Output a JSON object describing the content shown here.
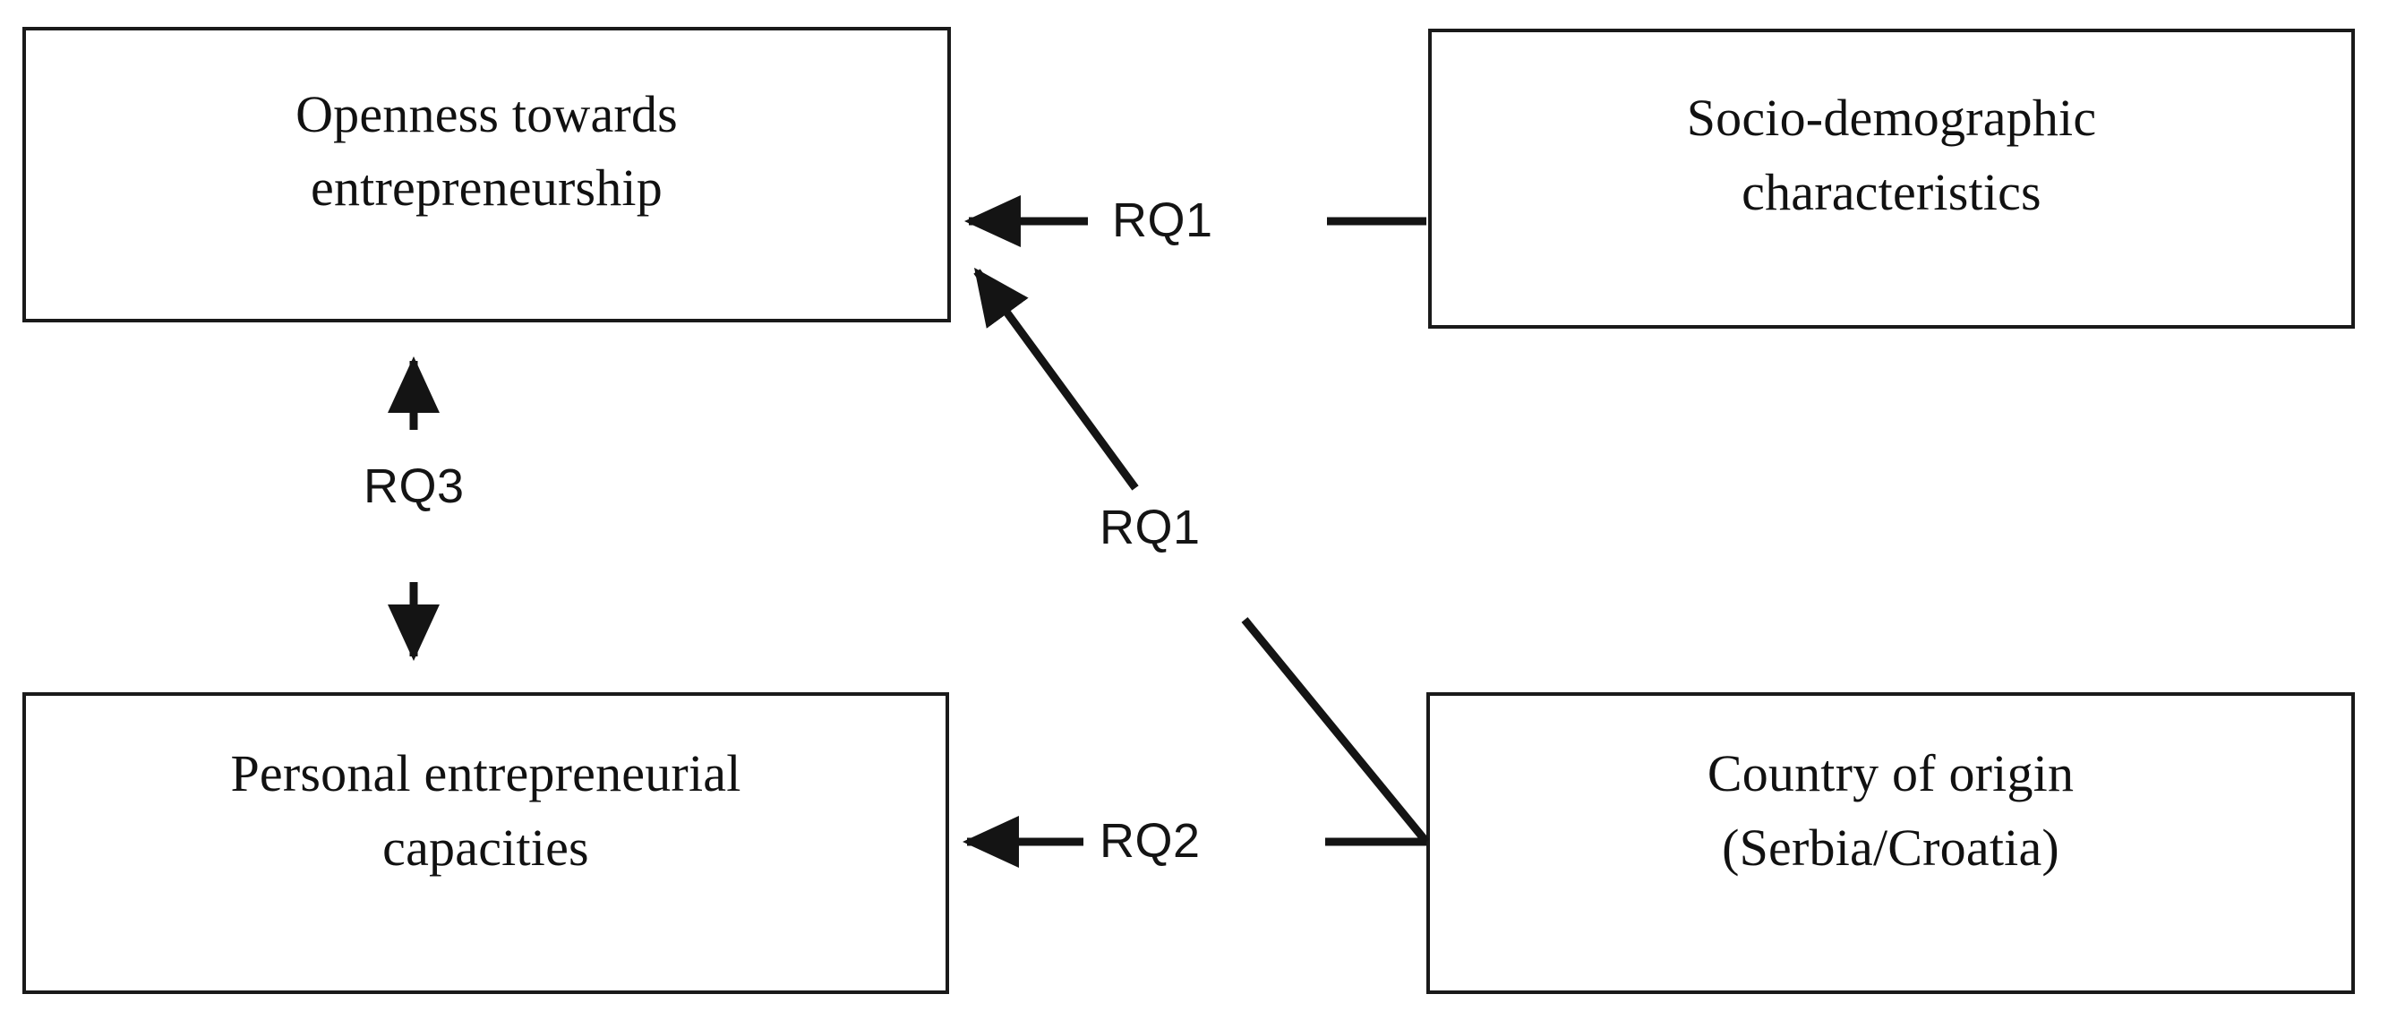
{
  "diagram": {
    "title": "Research questions conceptual framework",
    "background_color": "#ffffff",
    "line_color": "#1a1a1a",
    "text_color": "#111111"
  },
  "nodes": {
    "openness": {
      "label": "Openness towards\nentrepreneurship",
      "position": "top-left"
    },
    "socio_demographic": {
      "label": "Socio-demographic\ncharacteristics",
      "position": "top-right"
    },
    "capacities": {
      "label": "Personal entrepreneurial\ncapacities",
      "position": "bottom-left"
    },
    "country": {
      "label": "Country of origin\n(Serbia/Croatia)",
      "position": "bottom-right"
    }
  },
  "edges": {
    "rq1_socio_to_openness": {
      "label": "RQ1",
      "from": "socio_demographic",
      "to": "openness",
      "style": "horizontal-arrow-left"
    },
    "rq1_country_to_openness": {
      "label": "RQ1",
      "from": "country",
      "to": "openness",
      "style": "diagonal-arrow-up-left"
    },
    "rq2_country_to_capacities": {
      "label": "RQ2",
      "from": "country",
      "to": "capacities",
      "style": "horizontal-arrow-left"
    },
    "rq3_openness_capacities": {
      "label": "RQ3",
      "from": "openness",
      "to": "capacities",
      "style": "bidirectional-vertical-arrows"
    }
  }
}
